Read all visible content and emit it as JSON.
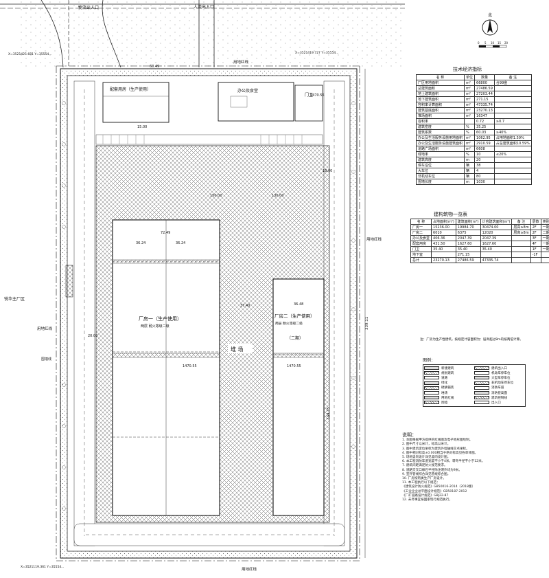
{
  "gates": {
    "logistics_entrance": "物流出入口",
    "person_entrance": "人流出入口"
  },
  "site_labels": {
    "adjacent_factory": "锐华主厂区",
    "red_line_north": "用地红线",
    "red_line_east": "用地红线",
    "red_line_west": "用地红线",
    "red_line_south": "用地红线",
    "boundary": "围墙线"
  },
  "buildings": {
    "ancillary_upper": "配套用房（生产使用）",
    "office_canteen": "办公及食堂",
    "guard_room": "门卫",
    "factory_one_name": "厂房一（生产使用）",
    "factory_one_sub": "两层  耐火等级二级",
    "factory_two_name": "厂房二（生产使用）",
    "factory_two_sub": "两层  耐火等级二级",
    "factory_two_phase": "（二期）",
    "plaza": "堆 场"
  },
  "dimensions": {
    "total_height": "339.11",
    "factory_two_length": "164.75",
    "w1": "36.24",
    "w2": "36.24",
    "w3": "72.49",
    "w4": "36.48",
    "d1": "60.49",
    "d2": "20.00",
    "d3": "37.40",
    "d4": "150.00",
    "d5": "15.00",
    "d6": "130.00",
    "d7": "18.00",
    "elev1": "1470.55",
    "elev2": "1470.55",
    "elev3": "1470.55",
    "coord_a": "X=3521425.681 Y=35554...",
    "coord_b": "X=3521419.727 Y=35554...",
    "coord_c": "X=3521119.361 Y=35554..."
  },
  "tech_table": {
    "title": "技术经济指标",
    "headers": [
      "名 称",
      "单位",
      "数量",
      "备 注"
    ],
    "rows": [
      [
        "厂区用地面积",
        "m²",
        "66800",
        "合99亩"
      ],
      [
        "总建筑面积",
        "m²",
        "27486.59",
        ""
      ],
      [
        "地上建筑面积",
        "m²",
        "27203.44",
        ""
      ],
      [
        "地下建筑面积",
        "m²",
        "271.15",
        ""
      ],
      [
        "容积率计算面积",
        "m²",
        "47335.74",
        ""
      ],
      [
        "建筑基底面积",
        "m²",
        "23270.13",
        ""
      ],
      [
        "堆场面积",
        "m²",
        "16347",
        ""
      ],
      [
        "容积率",
        "",
        "0.72",
        "≥0.7"
      ],
      [
        "建筑密度",
        "%",
        "35.25",
        ""
      ],
      [
        "建筑系数",
        "%",
        "60.03",
        "≥40%"
      ],
      [
        "办公及生活服务设施用地面积",
        "m²",
        "1062.95",
        "占用地面积1.59%"
      ],
      [
        "办公及生活服务设施建筑面积",
        "m²",
        "2910.59",
        "占总建筑面积10.59%"
      ],
      [
        "道路广场面积",
        "m²",
        "6608",
        ""
      ],
      [
        "绿地率",
        "%",
        "10",
        "≤20%"
      ],
      [
        "建筑高度",
        "m",
        "20",
        ""
      ],
      [
        "停车泊位",
        "辆",
        "38",
        ""
      ],
      [
        "大车位",
        "辆",
        "4",
        ""
      ],
      [
        "非机动车位",
        "辆",
        "80",
        ""
      ],
      [
        "围墙长度",
        "m",
        "1030",
        ""
      ]
    ]
  },
  "building_table": {
    "title": "建构筑物一览表",
    "headers": [
      "名 称",
      "占地面积(m²)",
      "建筑面积(m²)",
      "计容建筑面积(m²)",
      "备 注",
      "层数",
      "类别"
    ],
    "rows": [
      [
        "厂房一",
        "15236.00",
        "19984.70",
        "30474.00",
        "层高≥8m",
        "2F",
        "一期"
      ],
      [
        "厂房二",
        "6010",
        "6375",
        "12020",
        "层高≥8m",
        "2F",
        "二期"
      ],
      [
        "办公及食堂",
        "406.36",
        "2047.39",
        "2047.39",
        "",
        "3F",
        "一期"
      ],
      [
        "配套用房",
        "431.50",
        "1627.60",
        "1627.60",
        "",
        "4F",
        "一期"
      ],
      [
        "门卫",
        "35.40",
        "35.40",
        "35.40",
        "",
        "1F",
        "一期"
      ],
      [
        "地下室",
        "",
        "271.15",
        "",
        "",
        "-1F",
        ""
      ],
      [
        "总计",
        "23270.13",
        "27486.59",
        "47335.74",
        "",
        "",
        ""
      ]
    ],
    "footnote": "注：厂房为生产性建筑，按规定计容面积为：层高超过8m的按两倍计算。"
  },
  "legend": {
    "title": "图例：",
    "items": [
      [
        "新建建筑",
        "建筑出入口"
      ],
      [
        "规划建筑",
        "机动车停车位"
      ],
      [
        "道路",
        "大型车停车位"
      ],
      [
        "绿化",
        "非机动车停车位"
      ],
      [
        "硬质铺装",
        "消防车道"
      ],
      [
        "堆场",
        "消防登高面"
      ],
      [
        "用地红线",
        "建筑控制线"
      ],
      [
        "围墙",
        "出入口"
      ]
    ]
  },
  "notes": {
    "title": "说明：",
    "lines": [
      "1. 本图根据甲方提供的红线图及电子地形图绘制。",
      "2. 图中尺寸以米计，标高以米计。",
      "3. 图中建筑定位坐标为建筑外墙轴线交点坐标。",
      "4. 图中相对标高±0.000相当于绝对标高见各单体图。",
      "5. 场地竖向设计详见竖向设计图。",
      "6. 本工程消防车道宽度不小于4米，转弯半径不小于12米。",
      "7. 建筑间距满足防火规范要求。",
      "8. 道路交叉口缘石半径除注明外均为9米。",
      "9. 室外管线综合详见管线综合图。",
      "10. 厂房按丙类生产厂房设计。",
      "11. 本工程执行以下规范：",
      "《建筑设计防火规范》GB50016-2014（2018版）",
      "《工业企业总平面设计规范》GB50187-2012",
      "《厂矿道路设计规范》GBJ22-87",
      "12. 未尽事宜按国家现行规范执行。"
    ]
  },
  "north_label": "北",
  "scale_labels": [
    "0",
    "5",
    "10",
    "15",
    "20"
  ]
}
